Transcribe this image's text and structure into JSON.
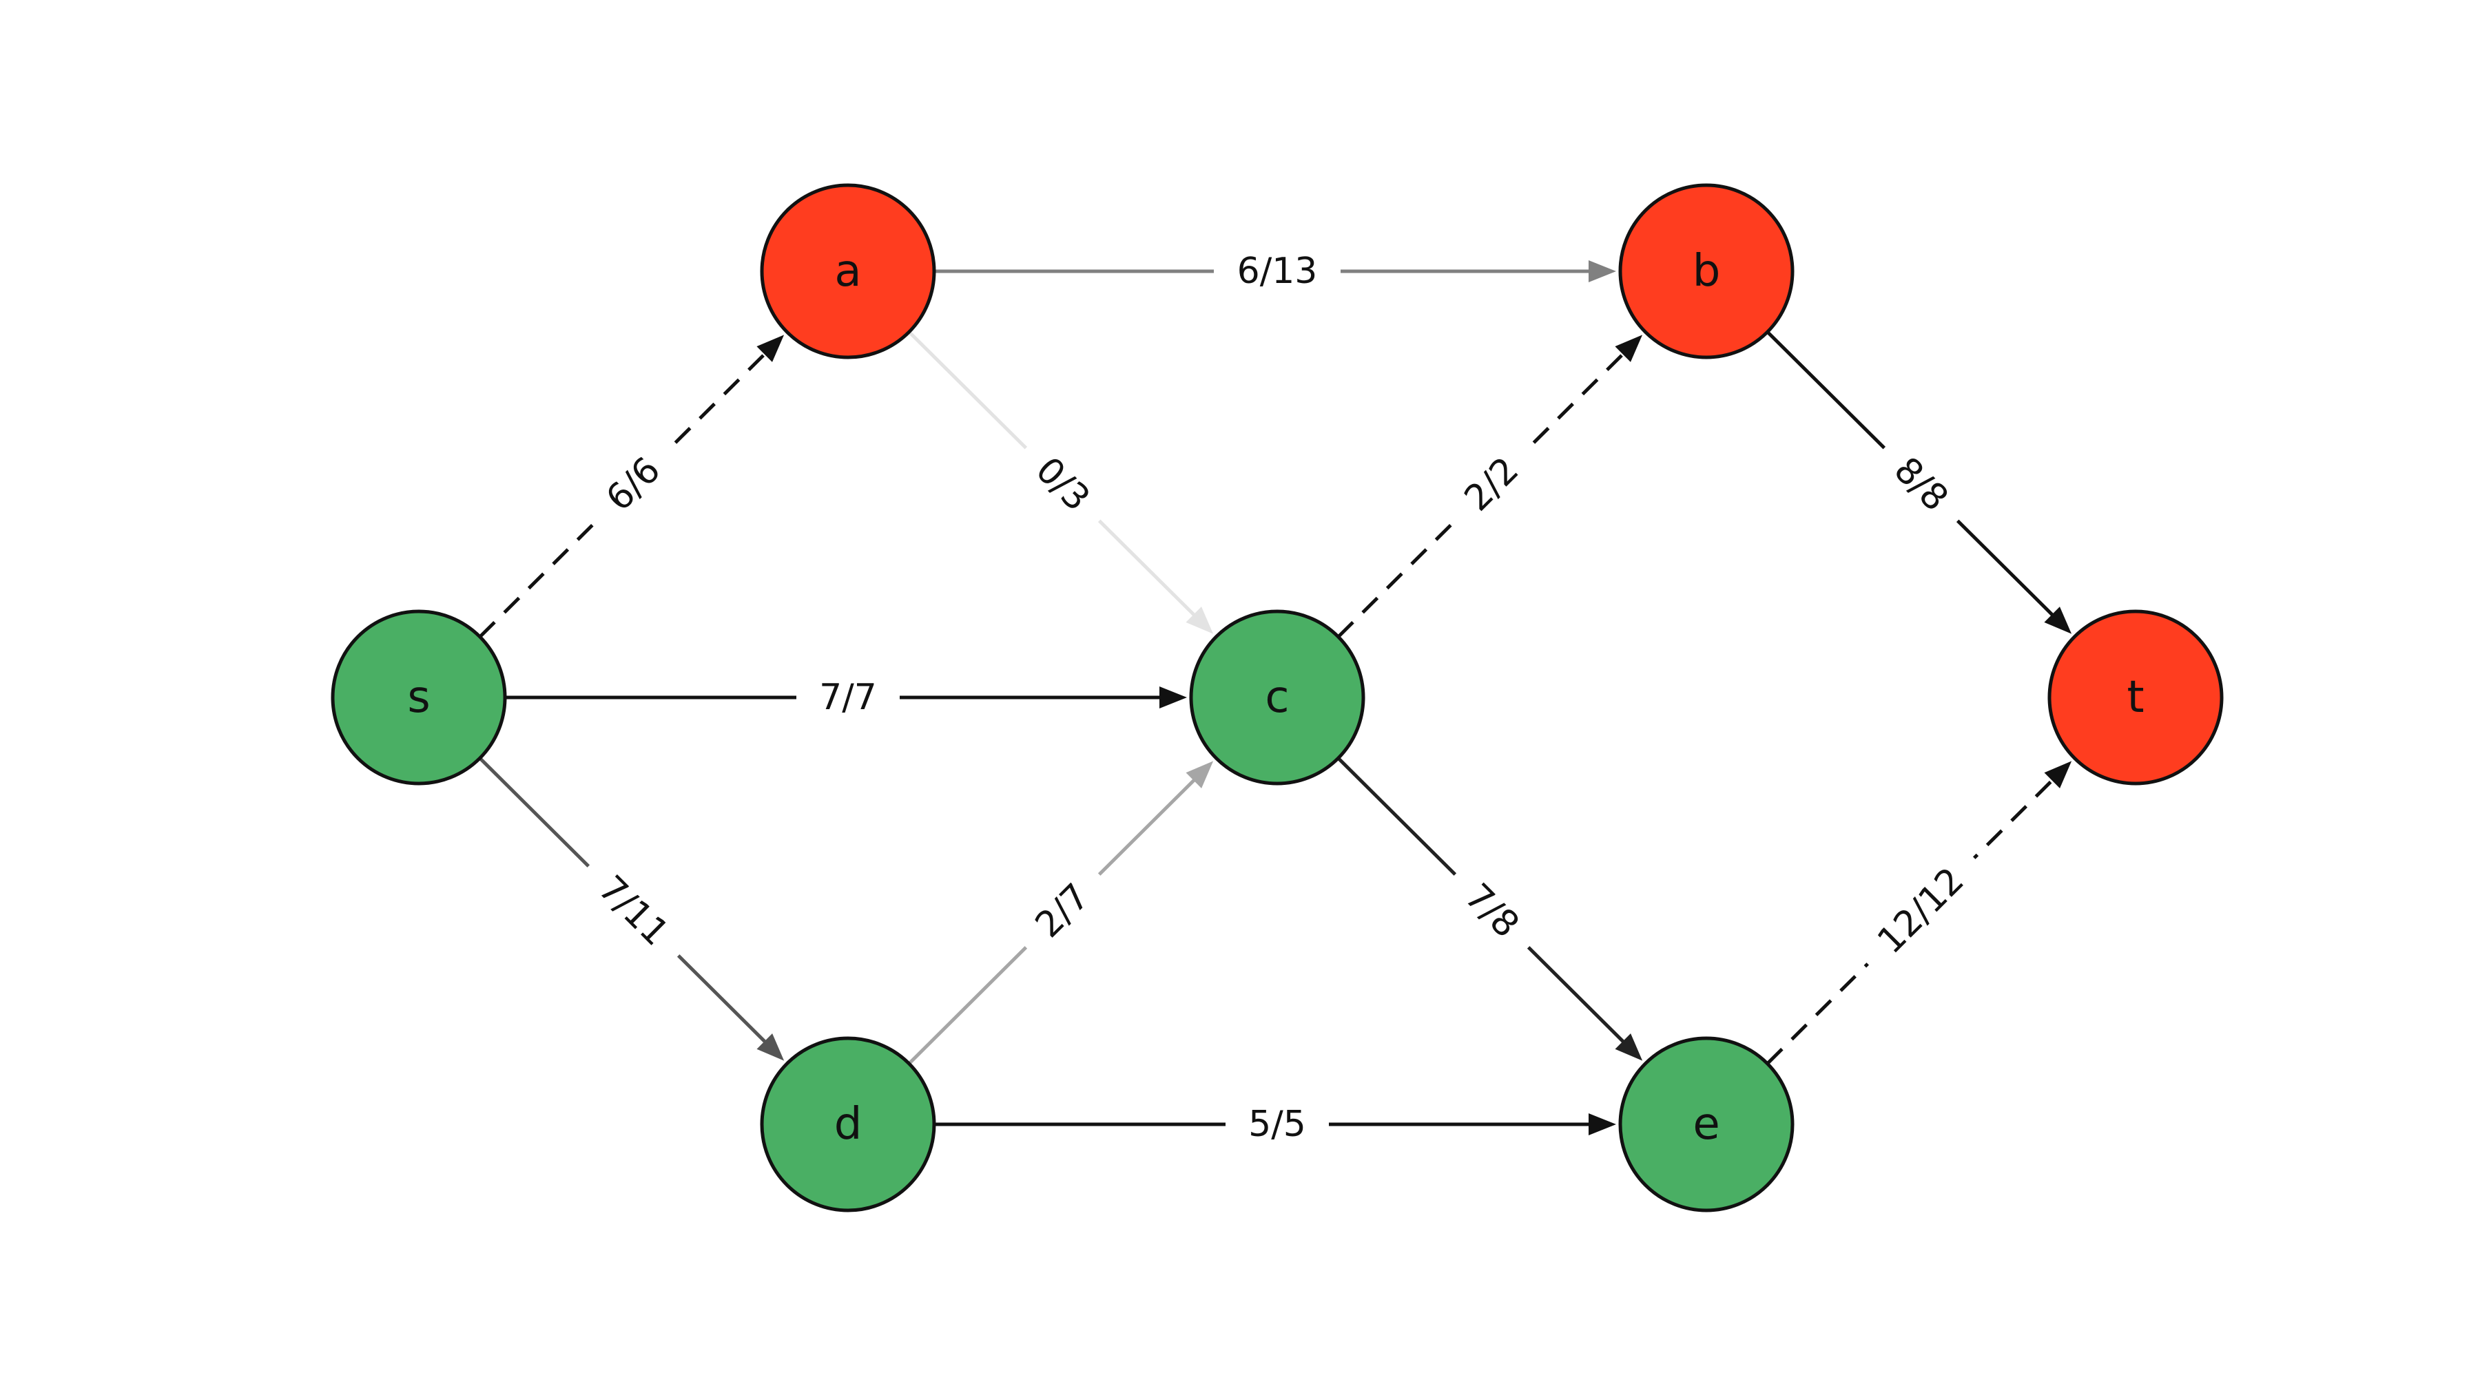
{
  "colors": {
    "source_side": "#4aaf64",
    "sink_side": "#ff3d1f",
    "outline": "#111111",
    "background": "#ffffff"
  },
  "nodes": [
    {
      "id": "s",
      "label": "s",
      "side": "source_side"
    },
    {
      "id": "a",
      "label": "a",
      "side": "sink_side"
    },
    {
      "id": "b",
      "label": "b",
      "side": "sink_side"
    },
    {
      "id": "c",
      "label": "c",
      "side": "source_side"
    },
    {
      "id": "d",
      "label": "d",
      "side": "source_side"
    },
    {
      "id": "e",
      "label": "e",
      "side": "source_side"
    },
    {
      "id": "t",
      "label": "t",
      "side": "sink_side"
    }
  ],
  "edges": [
    {
      "id": "s-a",
      "from": "s",
      "to": "a",
      "label": "6/6",
      "flow": 6,
      "capacity": 6,
      "color": "#111111",
      "dashed": true
    },
    {
      "id": "s-c",
      "from": "s",
      "to": "c",
      "label": "7/7",
      "flow": 7,
      "capacity": 7,
      "color": "#111111",
      "dashed": false
    },
    {
      "id": "s-d",
      "from": "s",
      "to": "d",
      "label": "7/11",
      "flow": 7,
      "capacity": 11,
      "color": "#555555",
      "dashed": false
    },
    {
      "id": "a-b",
      "from": "a",
      "to": "b",
      "label": "6/13",
      "flow": 6,
      "capacity": 13,
      "color": "#808080",
      "dashed": false
    },
    {
      "id": "a-c",
      "from": "a",
      "to": "c",
      "label": "0/3",
      "flow": 0,
      "capacity": 3,
      "color": "#e3e3e3",
      "dashed": false
    },
    {
      "id": "c-b",
      "from": "c",
      "to": "b",
      "label": "2/2",
      "flow": 2,
      "capacity": 2,
      "color": "#111111",
      "dashed": true
    },
    {
      "id": "d-c",
      "from": "d",
      "to": "c",
      "label": "2/7",
      "flow": 2,
      "capacity": 7,
      "color": "#a6a6a6",
      "dashed": false
    },
    {
      "id": "d-e",
      "from": "d",
      "to": "e",
      "label": "5/5",
      "flow": 5,
      "capacity": 5,
      "color": "#111111",
      "dashed": false
    },
    {
      "id": "c-e",
      "from": "c",
      "to": "e",
      "label": "7/8",
      "flow": 7,
      "capacity": 8,
      "color": "#222222",
      "dashed": false
    },
    {
      "id": "b-t",
      "from": "b",
      "to": "t",
      "label": "8/8",
      "flow": 8,
      "capacity": 8,
      "color": "#111111",
      "dashed": false
    },
    {
      "id": "e-t",
      "from": "e",
      "to": "t",
      "label": "12/12",
      "flow": 12,
      "capacity": 12,
      "color": "#111111",
      "dashed": true
    }
  ]
}
